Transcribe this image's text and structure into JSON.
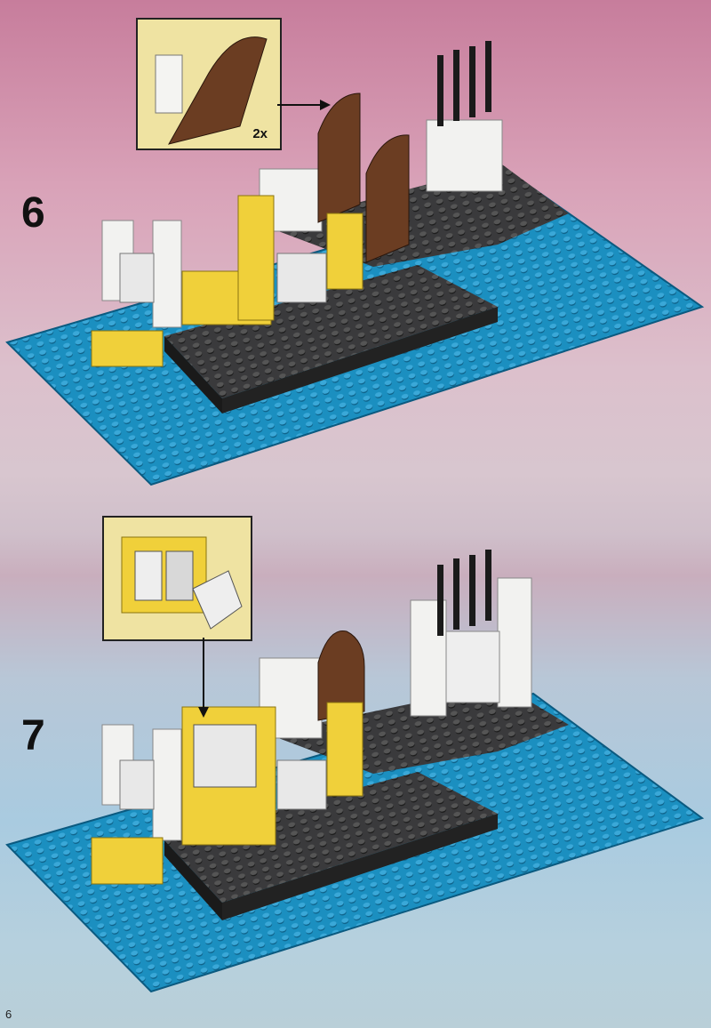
{
  "steps": [
    {
      "number": "6",
      "callout": {
        "quantity": "2x"
      }
    },
    {
      "number": "7"
    }
  ],
  "page_number": "6",
  "colors": {
    "baseplate": "#1b8fc0",
    "plate": "#3a3a3c",
    "brick_yellow": "#f0d03a",
    "brick_white": "#f2f2f0",
    "door_brown": "#6b3d22"
  }
}
